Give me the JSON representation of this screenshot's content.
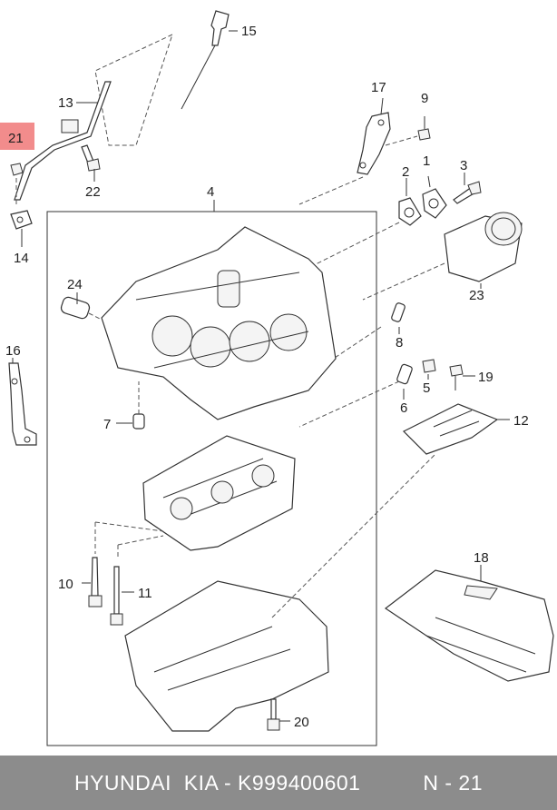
{
  "colors": {
    "highlight": "#f28c8c",
    "footer_bg": "#8c8c8c",
    "footer_text": "#ffffff"
  },
  "callouts": {
    "c1": "1",
    "c2": "2",
    "c3": "3",
    "c4": "4",
    "c5": "5",
    "c6": "6",
    "c7": "7",
    "c8": "8",
    "c9": "9",
    "c10": "10",
    "c11": "11",
    "c12": "12",
    "c13": "13",
    "c14": "14",
    "c15": "15",
    "c16": "16",
    "c17": "17",
    "c18": "18",
    "c19": "19",
    "c20": "20",
    "c21": "21",
    "c22": "22",
    "c23": "23",
    "c24": "24"
  },
  "footer": {
    "brand": "HYUNDAI  KIA - K999400601",
    "page": "N - 21"
  }
}
